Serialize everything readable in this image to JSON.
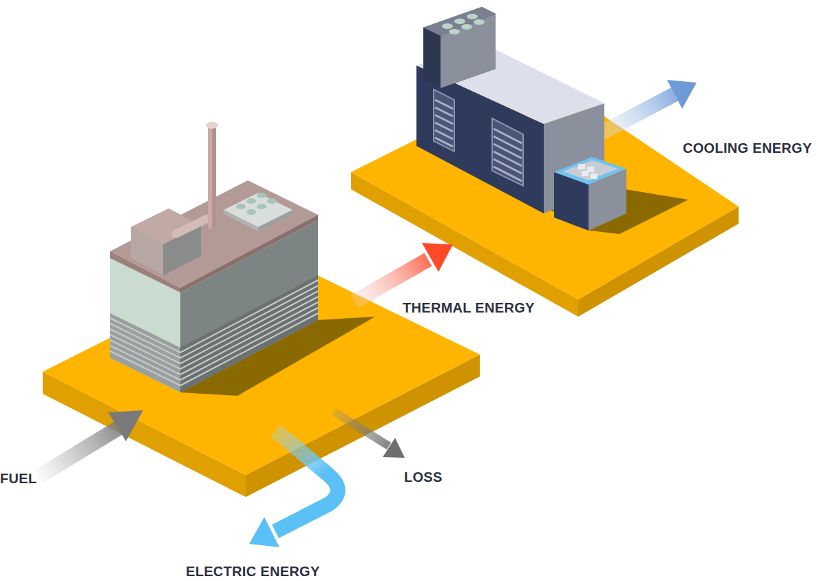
{
  "diagram": {
    "labels": [
      "COOLING ENERGY",
      "THERMAL ENERGY",
      "FUEL",
      "LOSS",
      "ELECTRIC ENERGY"
    ]
  }
}
